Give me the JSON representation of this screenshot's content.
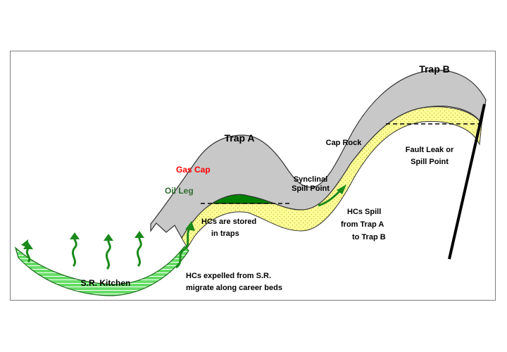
{
  "labels": {
    "trap_a": "Trap A",
    "trap_b": "Trap B",
    "gas_cap": "Gas Cap",
    "oil_leg": "Oil Leg",
    "synclinal_line1": "Synclinal",
    "synclinal_line2": "Spill Point",
    "cap_rock": "Cap Rock",
    "fault_line1": "Fault Leak or",
    "fault_line2": "Spill Point",
    "stored_line1": "HCs are stored",
    "stored_line2": "in traps",
    "spill_line1": "HCs Spill",
    "spill_line2": "from Trap A",
    "spill_line3": "to Trap B",
    "kitchen": "S.R. Kitchen",
    "expelled_line1": "HCs expelled from S.R.",
    "expelled_line2": "migrate along career beds"
  },
  "colors": {
    "gas": "#ff0000",
    "oil": "#008000",
    "oil_label": "#2e6b2e",
    "cap_rock": "#c8c8c8",
    "carrier_bed": "#ffff99",
    "kitchen": "#66dd66",
    "arrow": "#1a8a1a"
  }
}
